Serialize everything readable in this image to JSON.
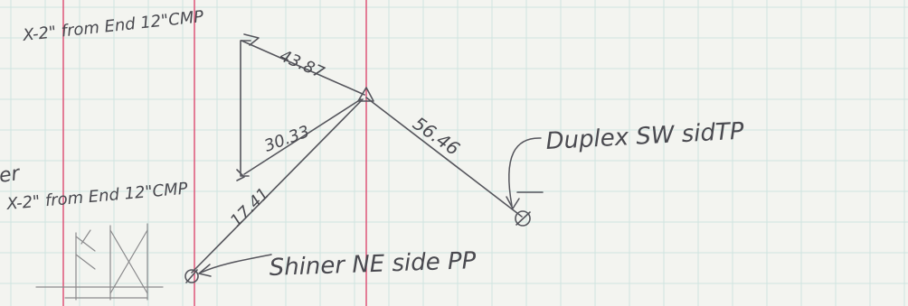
{
  "labels": {
    "cmp_top": "X-2\" from End 12\"CMP",
    "cmp_bottom": "X-2\" from End 12\"CMP",
    "dist_top": "43.87",
    "dist_middle": "30.33",
    "dist_left": "17.41",
    "dist_right": "56.46",
    "duplex": "Duplex SW sidTP",
    "shiner": "Shiner NE side PP",
    "margin_fragment": "er"
  },
  "colors": {
    "paper": "#f3f4f0",
    "grid": "#c9e2df",
    "margin_rule": "#d9436a",
    "ink": "#55555c"
  }
}
